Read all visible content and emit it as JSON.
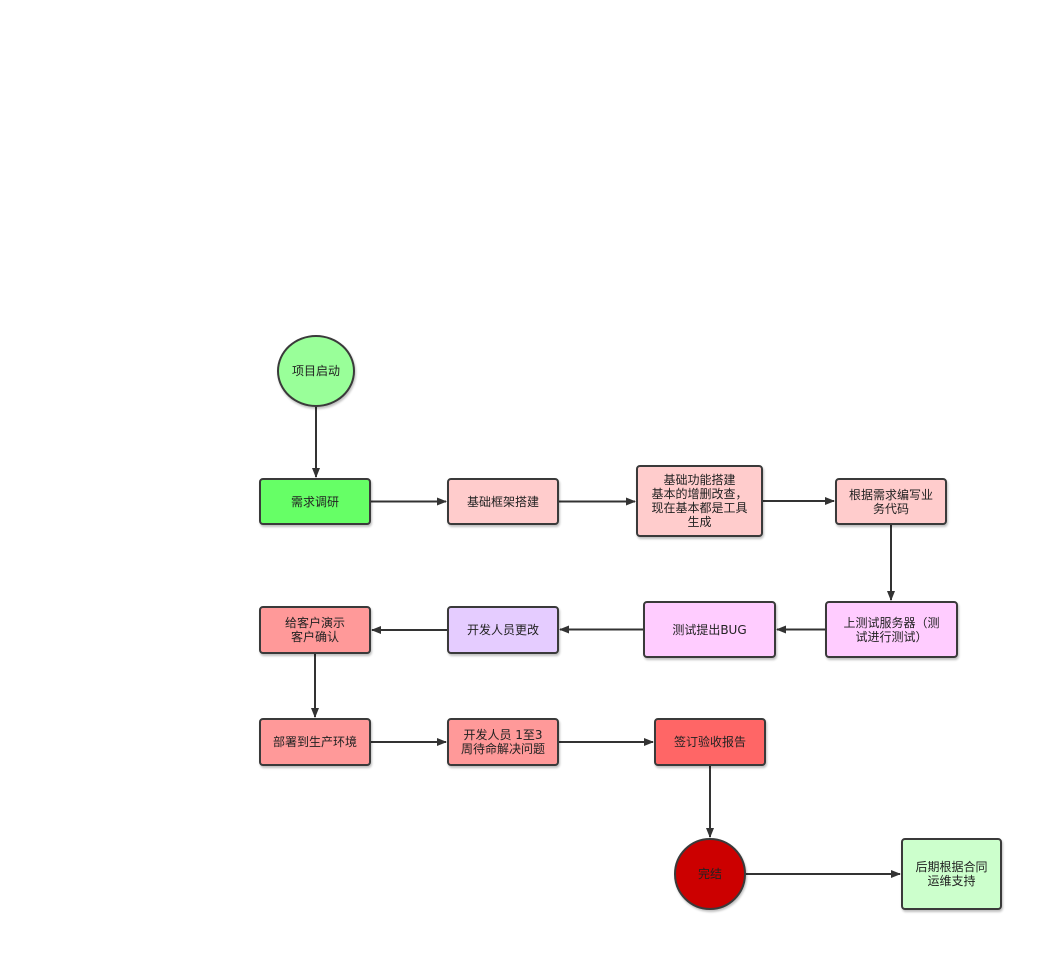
{
  "nodes": {
    "start": {
      "label": "项目启动",
      "color": "#99ff99"
    },
    "requirements": {
      "label": "需求调研",
      "color": "#66ff66"
    },
    "framework": {
      "label": "基础框架搭建",
      "color": "#ffcccc"
    },
    "basic_features": {
      "label": "基础功能搭建\n基本的增删改查，\n现在基本都是工具\n生成",
      "color": "#ffcccc"
    },
    "business_code": {
      "label": "根据需求编写业\n务代码",
      "color": "#ffcccc"
    },
    "test_server": {
      "label": "上测试服务器（测\n试进行测试）",
      "color": "#ffccff"
    },
    "bug_report": {
      "label": "测试提出BUG",
      "color": "#ffccff"
    },
    "dev_fix": {
      "label": "开发人员更改",
      "color": "#e5ccff"
    },
    "demo": {
      "label": "给客户演示\n客户确认",
      "color": "#ff9999"
    },
    "deploy": {
      "label": "部署到生产环境",
      "color": "#ff9999"
    },
    "standby": {
      "label": "开发人员 1至3\n周待命解决问题",
      "color": "#ff9999"
    },
    "acceptance": {
      "label": "签订验收报告",
      "color": "#ff6666"
    },
    "end": {
      "label": "完结",
      "color": "#cc0000"
    },
    "maintenance": {
      "label": "后期根据合同\n运维支持",
      "color": "#ccffcc"
    }
  },
  "edges": [
    [
      "start",
      "requirements"
    ],
    [
      "requirements",
      "framework"
    ],
    [
      "framework",
      "basic_features"
    ],
    [
      "basic_features",
      "business_code"
    ],
    [
      "business_code",
      "test_server"
    ],
    [
      "test_server",
      "bug_report"
    ],
    [
      "bug_report",
      "dev_fix"
    ],
    [
      "dev_fix",
      "demo"
    ],
    [
      "demo",
      "deploy"
    ],
    [
      "deploy",
      "standby"
    ],
    [
      "standby",
      "acceptance"
    ],
    [
      "acceptance",
      "end"
    ],
    [
      "end",
      "maintenance"
    ]
  ]
}
